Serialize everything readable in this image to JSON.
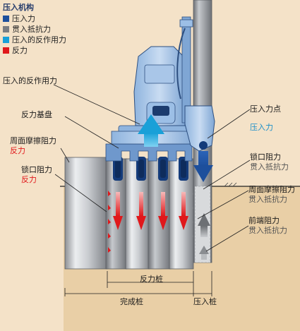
{
  "legend": {
    "title": "压入机构",
    "items": [
      {
        "label": "压入力",
        "color": "#1d4f9c"
      },
      {
        "label": "贯入抵抗力",
        "color": "#7a7d82"
      },
      {
        "label": "压入的反作用力",
        "color": "#19a0d8"
      },
      {
        "label": "反力",
        "color": "#e0181b"
      }
    ]
  },
  "labels": {
    "reaction_of_press": "压入的反作用力",
    "reaction_base": "反力基盘",
    "skin_friction_left": "周面摩擦阻力",
    "skin_friction_left_sub": "反力",
    "lock_resistance_left": "锁口阻力",
    "lock_resistance_left_sub": "反力",
    "press_point": "压入力点",
    "press_force": "压入力",
    "lock_resistance_right": "锁口阻力",
    "lock_resistance_right_sub": "贯入抵抗力",
    "skin_friction_right": "周面摩擦阻力",
    "skin_friction_right_sub": "贯入抵抗力",
    "tip_resistance": "前端阻力",
    "tip_resistance_sub": "贯入抵抗力"
  },
  "dimensions": {
    "reaction_piles": "反力桩",
    "completed_piles": "完成桩",
    "pressing_pile": "压入桩"
  }
}
